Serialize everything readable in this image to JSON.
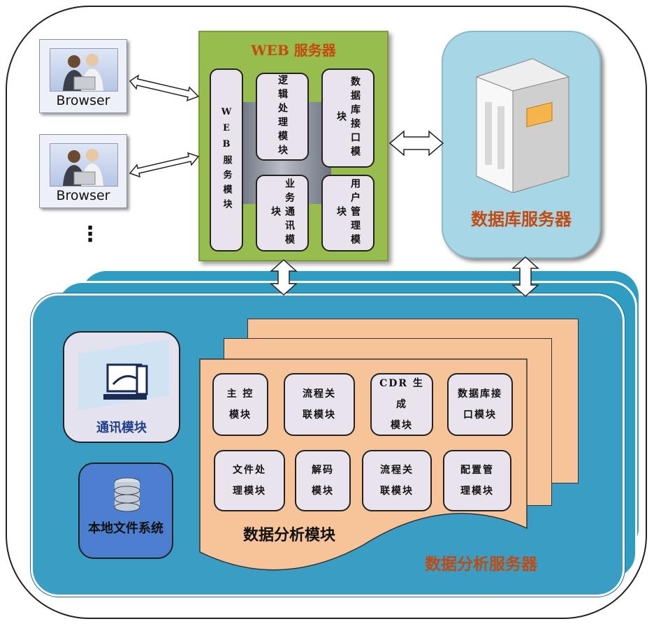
{
  "browsers": [
    {
      "label": "Browser"
    },
    {
      "label": "Browser"
    }
  ],
  "ellipsis": "⋮",
  "web_server": {
    "title": "WEB 服务器",
    "modules": {
      "web_service": "WEB服务模块",
      "logic": "逻辑处理模块",
      "db_interface": "数据库接口模块",
      "business_comm": "业务通讯模块",
      "user_mgmt": "用户管理模块"
    }
  },
  "db_server": {
    "label": "数据库服务器"
  },
  "analysis_server": {
    "label": "数据分析服务器",
    "comm_module": "通讯模块",
    "local_fs": "本地文件系统",
    "sheet_label": "数据分析模块",
    "modules": [
      {
        "line1": "主 控",
        "line2": "模块"
      },
      {
        "line1": "流程关",
        "line2": "联模块"
      },
      {
        "line1": "CDR 生成",
        "line2": "模块"
      },
      {
        "line1": "数据库接",
        "line2": "口模块"
      },
      {
        "line1": "文件处",
        "line2": "理模块"
      },
      {
        "line1": "解码",
        "line2": "模块"
      },
      {
        "line1": "流程关",
        "line2": "联模块"
      },
      {
        "line1": "配置管",
        "line2": "理模块"
      }
    ]
  },
  "colors": {
    "web_bg": "#97bd4f",
    "db_bg": "#a7d7e6",
    "analysis_bg": "#3a9dc4",
    "sheet": "#f7c49a",
    "title_orange": "#c34a10",
    "module_bg": "#e9e3ee"
  }
}
